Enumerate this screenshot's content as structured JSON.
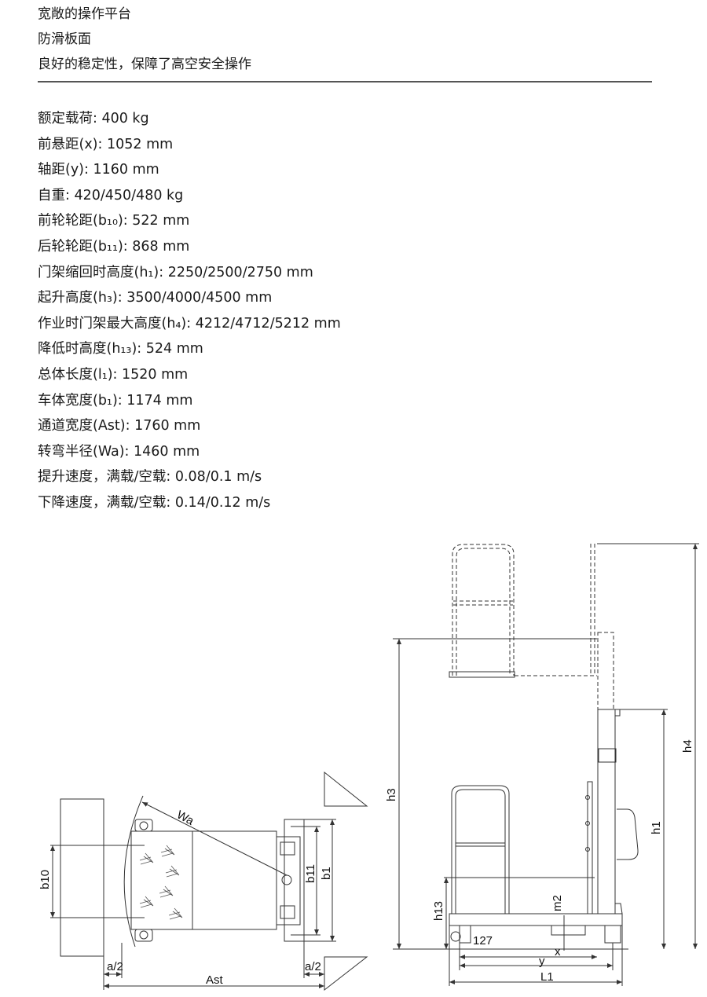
{
  "features": [
    "宽敞的操作平台",
    "防滑板面",
    "良好的稳定性，保障了高空安全操作"
  ],
  "specs": [
    "额定载荷: 400 kg",
    "前悬距(x): 1052 mm",
    "轴距(y): 1160 mm",
    "自重: 420/450/480 kg",
    "前轮轮距(b₁₀): 522 mm",
    "后轮轮距(b₁₁): 868 mm",
    "门架缩回时高度(h₁): 2250/2500/2750 mm",
    "起升高度(h₃): 3500/4000/4500 mm",
    "作业时门架最大高度(h₄): 4212/4712/5212 mm",
    "降低时高度(h₁₃): 524 mm",
    "总体长度(l₁): 1520 mm",
    "车体宽度(b₁): 1174 mm",
    "通道宽度(Ast): 1760 mm",
    "转弯半径(Wa): 1460 mm",
    "提升速度，满载/空载: 0.08/0.1 m/s",
    "下降速度，满载/空载: 0.14/0.12 m/s"
  ],
  "diagram": {
    "top_view": {
      "b10": "b10",
      "wa": "Wa",
      "b11": "b11",
      "b1": "b1",
      "a2_left": "a/2",
      "a2_right": "a/2",
      "ast": "Ast"
    },
    "side_view": {
      "h3": "h3",
      "h4": "h4",
      "h1": "h1",
      "h13": "h13",
      "m2": "m2",
      "dim127": "127",
      "x": "x",
      "y": "y",
      "l1": "L1"
    }
  }
}
